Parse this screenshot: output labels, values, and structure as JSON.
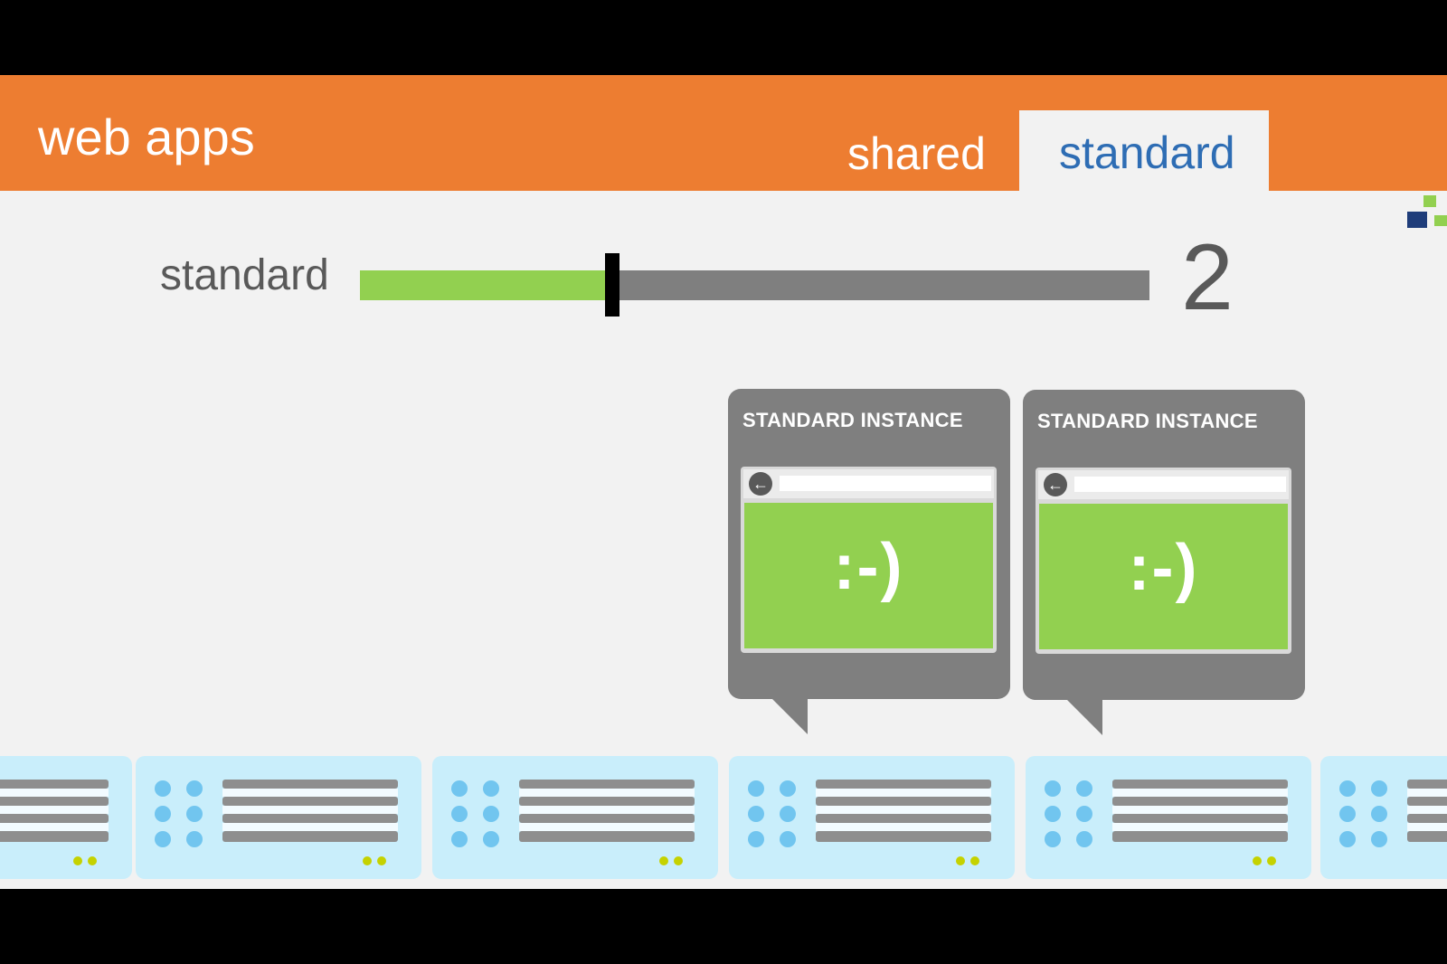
{
  "header": {
    "title": "web apps",
    "tabs": [
      {
        "label": "shared",
        "selected": false
      },
      {
        "label": "standard",
        "selected": true
      }
    ]
  },
  "scale": {
    "label": "standard",
    "value": "2",
    "fill_fraction": 0.32
  },
  "instances": [
    {
      "title": "STANDARD INSTANCE",
      "back_icon": "arrow-left-icon",
      "content": ":-)"
    },
    {
      "title": "STANDARD INSTANCE",
      "back_icon": "arrow-left-icon",
      "content": ":-)"
    }
  ],
  "colors": {
    "header": "#ed7d31",
    "accent_green": "#92d050",
    "track_gray": "#7f7f7f",
    "active_tab_text": "#2e6db4",
    "server_bg": "#c9eefb",
    "server_dots": "#71c5ef",
    "server_lights": "#c5d200"
  },
  "icons": [
    "server-icon",
    "arrow-left-icon",
    "logo-icon"
  ]
}
